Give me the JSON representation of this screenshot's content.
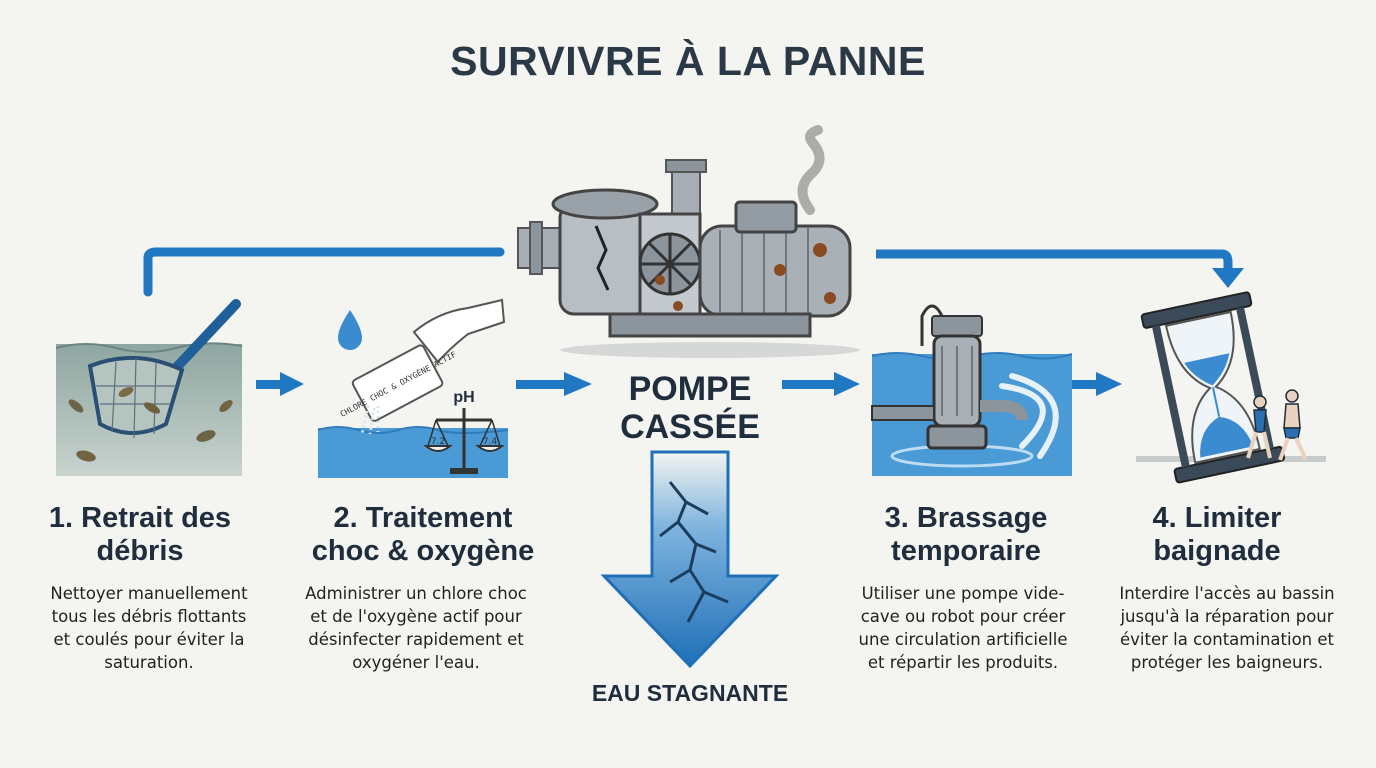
{
  "title": "SURVIVRE À LA PANNE",
  "center": {
    "pump_label": "POMPE CASSÉE",
    "stagnant_label": "EAU STAGNANTE"
  },
  "steps": [
    {
      "title": "1. Retrait des débris",
      "description": "Nettoyer manuellement tous les débris flottants et coulés pour éviter la saturation."
    },
    {
      "title": "2. Traitement choc & oxygène",
      "description": "Administrer un chlore choc et de l'oxygène actif pour désinfecter rapidement et oxygéner l'eau."
    },
    {
      "title": "3. Brassage temporaire",
      "description": "Utiliser une pompe vide-cave ou robot pour créer une circulation artificielle et répartir les produits."
    },
    {
      "title": "4. Limiter baignade",
      "description": "Interdire l'accès au bassin jusqu'à la réparation pour éviter la contamination et protéger les baigneurs."
    }
  ],
  "illustration_labels": {
    "bag_text": "CHLORE CHOC & OXYGÈNE ACTIF",
    "ph_label": "pH",
    "ph_left": "7.2",
    "ph_right": "7.4"
  },
  "colors": {
    "accent_blue": "#1f78c1",
    "dark_text": "#1f2d3c",
    "water": "#4a9ad6",
    "background": "#f4f4f1"
  }
}
